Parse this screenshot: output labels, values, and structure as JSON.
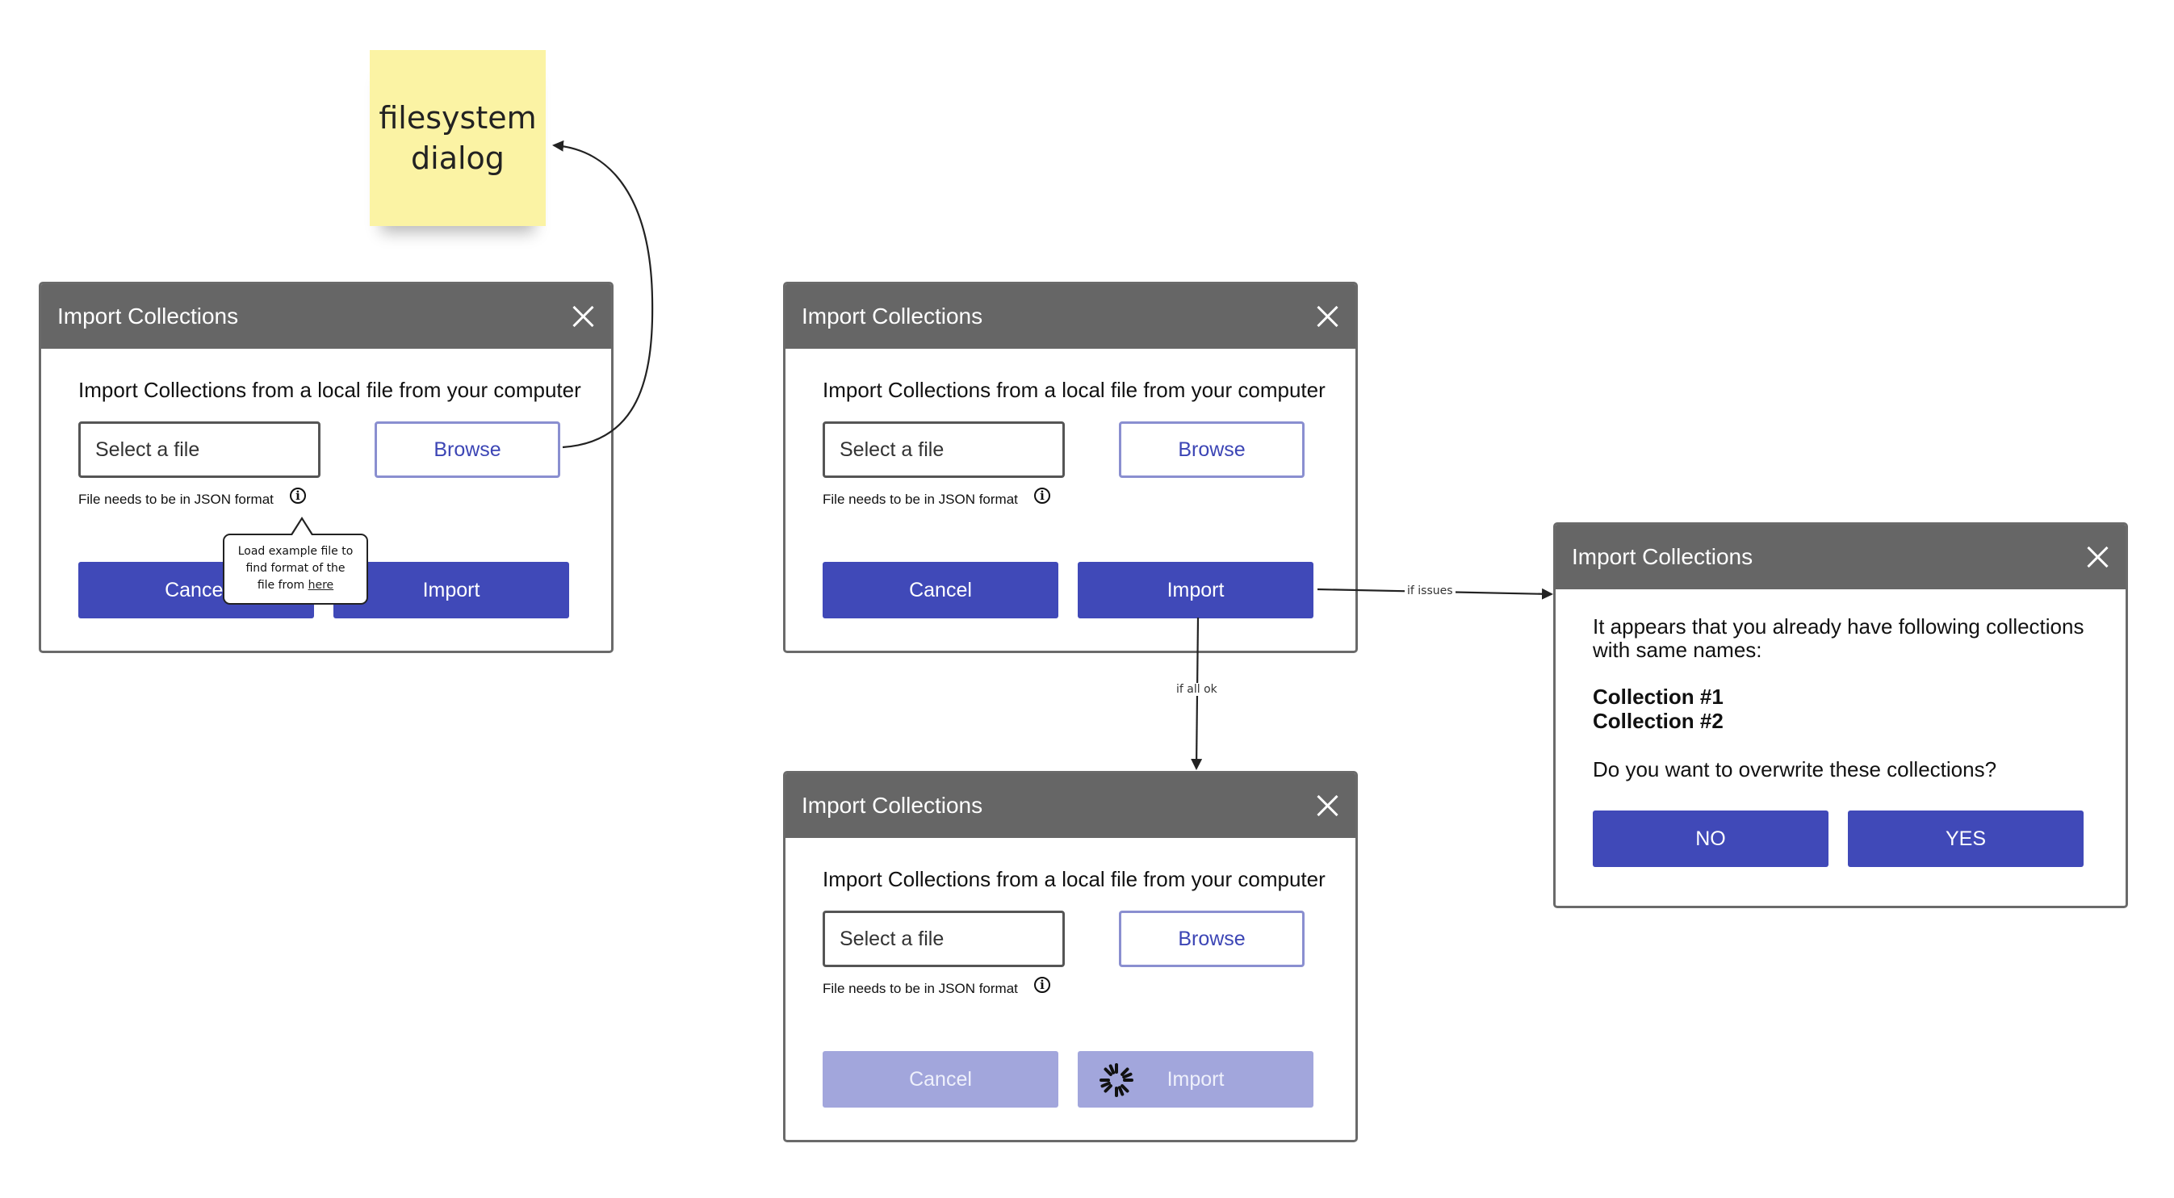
{
  "sticky_note": {
    "text_line1": "filesystem",
    "text_line2": "dialog"
  },
  "dialog_tooltip": {
    "title": "Import Collections",
    "description": "Import Collections from a local file from your computer",
    "file_placeholder": "Select a file",
    "browse_label": "Browse",
    "hint": "File needs to be in JSON format",
    "cancel_label": "Cancel",
    "import_label": "Import",
    "tooltip": {
      "line1": "Load example file to",
      "line2": "find format of the",
      "line3_prefix": "file from",
      "link": "here"
    }
  },
  "dialog_default": {
    "title": "Import Collections",
    "description": "Import Collections from a local file from your computer",
    "file_placeholder": "Select a file",
    "browse_label": "Browse",
    "hint": "File needs to be in JSON format",
    "cancel_label": "Cancel",
    "import_label": "Import"
  },
  "dialog_loading": {
    "title": "Import Collections",
    "description": "Import Collections from a local file from your computer",
    "file_placeholder": "Select a file",
    "browse_label": "Browse",
    "hint": "File needs to be in JSON format",
    "cancel_label": "Cancel",
    "import_label": "Import"
  },
  "dialog_conflict": {
    "title": "Import Collections",
    "message": "It appears that you already have following collections with same names:",
    "collections": [
      "Collection #1",
      "Collection #2"
    ],
    "question": "Do you want to overwrite these collections?",
    "no_label": "NO",
    "yes_label": "YES"
  },
  "flow_labels": {
    "issues": "if issues",
    "ok": "if all ok"
  },
  "colors": {
    "primary": "#4049b8",
    "primary_disabled": "#a2a6dc",
    "header": "#666666",
    "sticky": "#fbf3a4"
  }
}
